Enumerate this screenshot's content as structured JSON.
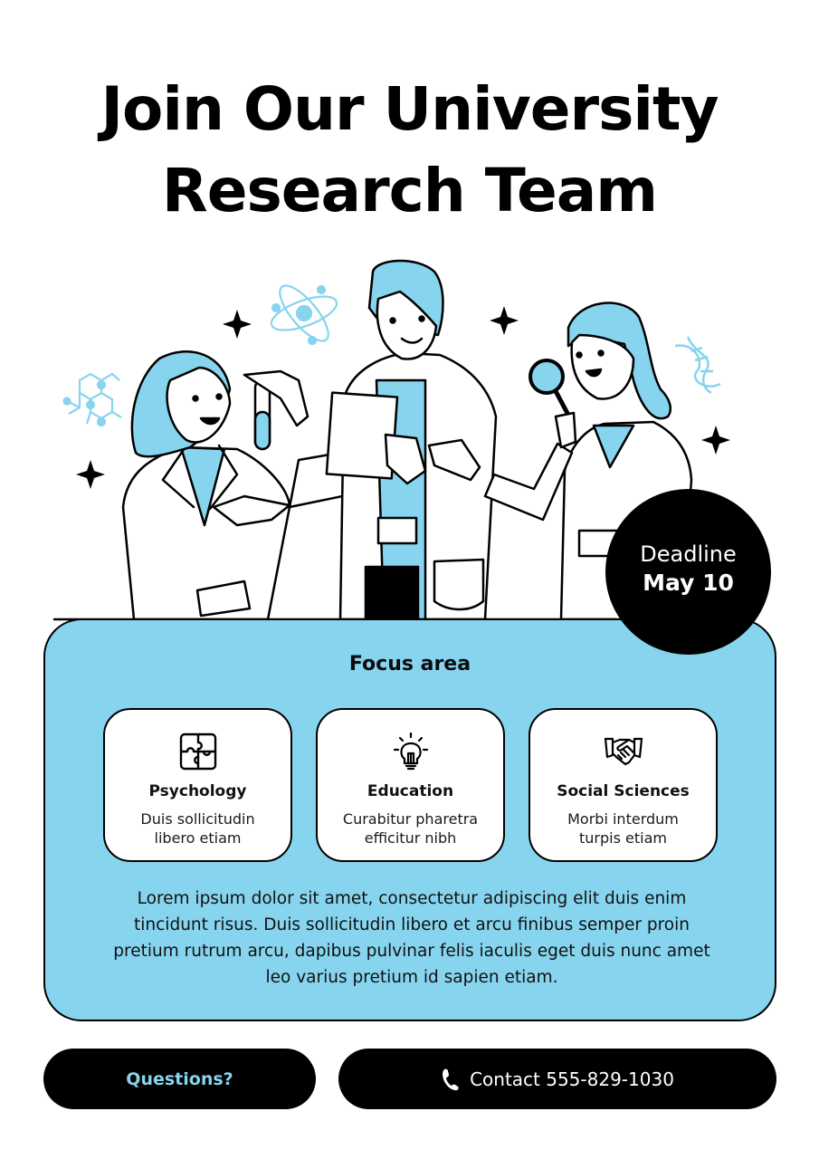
{
  "header": {
    "title_line1": "Join Our University",
    "title_line2": "Research Team"
  },
  "illustration": {
    "description": "Three researchers in lab coats with test tube, clipboard and magnifying glass",
    "icons": [
      "sparkle-icon",
      "atom-icon",
      "molecule-icon",
      "dna-icon"
    ]
  },
  "deadline": {
    "label": "Deadline",
    "date": "May 10"
  },
  "focus": {
    "heading": "Focus area",
    "cards": [
      {
        "icon": "puzzle-icon",
        "title": "Psychology",
        "desc_line1": "Duis sollicitudin",
        "desc_line2": "libero etiam"
      },
      {
        "icon": "lightbulb-icon",
        "title": "Education",
        "desc_line1": "Curabitur pharetra",
        "desc_line2": "efficitur nibh"
      },
      {
        "icon": "handshake-icon",
        "title": "Social Sciences",
        "desc_line1": "Morbi interdum",
        "desc_line2": "turpis etiam"
      }
    ],
    "paragraph": "Lorem ipsum dolor sit amet, consectetur adipiscing elit duis enim tincidunt risus. Duis sollicitudin libero et arcu finibus semper proin pretium rutrum arcu, dapibus pulvinar felis iaculis eget duis nunc amet leo varius pretium id sapien etiam."
  },
  "footer": {
    "questions_label": "Questions?",
    "contact_label": "Contact 555-829-1030",
    "contact_icon": "phone-icon"
  },
  "colors": {
    "accent_blue": "#87D4EE",
    "black": "#000000",
    "white": "#FFFFFF"
  }
}
